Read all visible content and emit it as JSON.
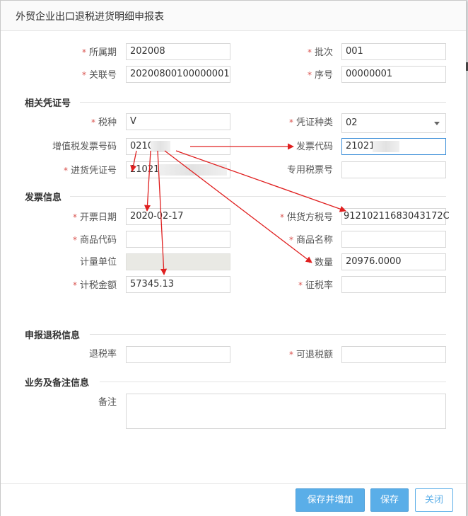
{
  "dialog": {
    "title": "外贸企业出口退税进货明细申报表"
  },
  "required_mark": "*",
  "fields": {
    "period": {
      "label": "所属期",
      "value": "202008"
    },
    "batch": {
      "label": "批次",
      "value": "001"
    },
    "link_no": {
      "label": "关联号",
      "value": "20200800100000001"
    },
    "seq_no": {
      "label": "序号",
      "value": "00000001"
    },
    "tax_type": {
      "label": "税种",
      "value": "V"
    },
    "voucher_type": {
      "label": "凭证种类",
      "value": "02"
    },
    "vat_invoice_no": {
      "label": "增值税发票号码",
      "value": "0210"
    },
    "invoice_code": {
      "label": "发票代码",
      "value": "21021"
    },
    "purchase_voucher_no": {
      "label": "进货凭证号",
      "value": "21021"
    },
    "special_tax_no": {
      "label": "专用税票号",
      "value": ""
    },
    "issue_date": {
      "label": "开票日期",
      "value": "2020-02-17"
    },
    "supplier_tax_no": {
      "label": "供货方税号",
      "value": "91210211683043172C"
    },
    "goods_code": {
      "label": "商品代码",
      "value": ""
    },
    "goods_name": {
      "label": "商品名称",
      "value": ""
    },
    "unit": {
      "label": "计量单位",
      "value": ""
    },
    "quantity": {
      "label": "数量",
      "value": "20976.0000"
    },
    "tax_amount": {
      "label": "计税金额",
      "value": "57345.13"
    },
    "levy_rate": {
      "label": "征税率",
      "value": ""
    },
    "refund_rate": {
      "label": "退税率",
      "value": ""
    },
    "refundable_amount": {
      "label": "可退税额",
      "value": ""
    },
    "remarks": {
      "label": "备注",
      "value": ""
    }
  },
  "sections": {
    "voucher": "相关凭证号",
    "invoice": "发票信息",
    "refund": "申报退税信息",
    "business": "业务及备注信息"
  },
  "footer": {
    "save_add": "保存并增加",
    "save": "保存",
    "close": "关闭"
  },
  "colors": {
    "required": "#d9534f",
    "primary": "#5aaee8",
    "annotation_arrow": "#e02020"
  }
}
